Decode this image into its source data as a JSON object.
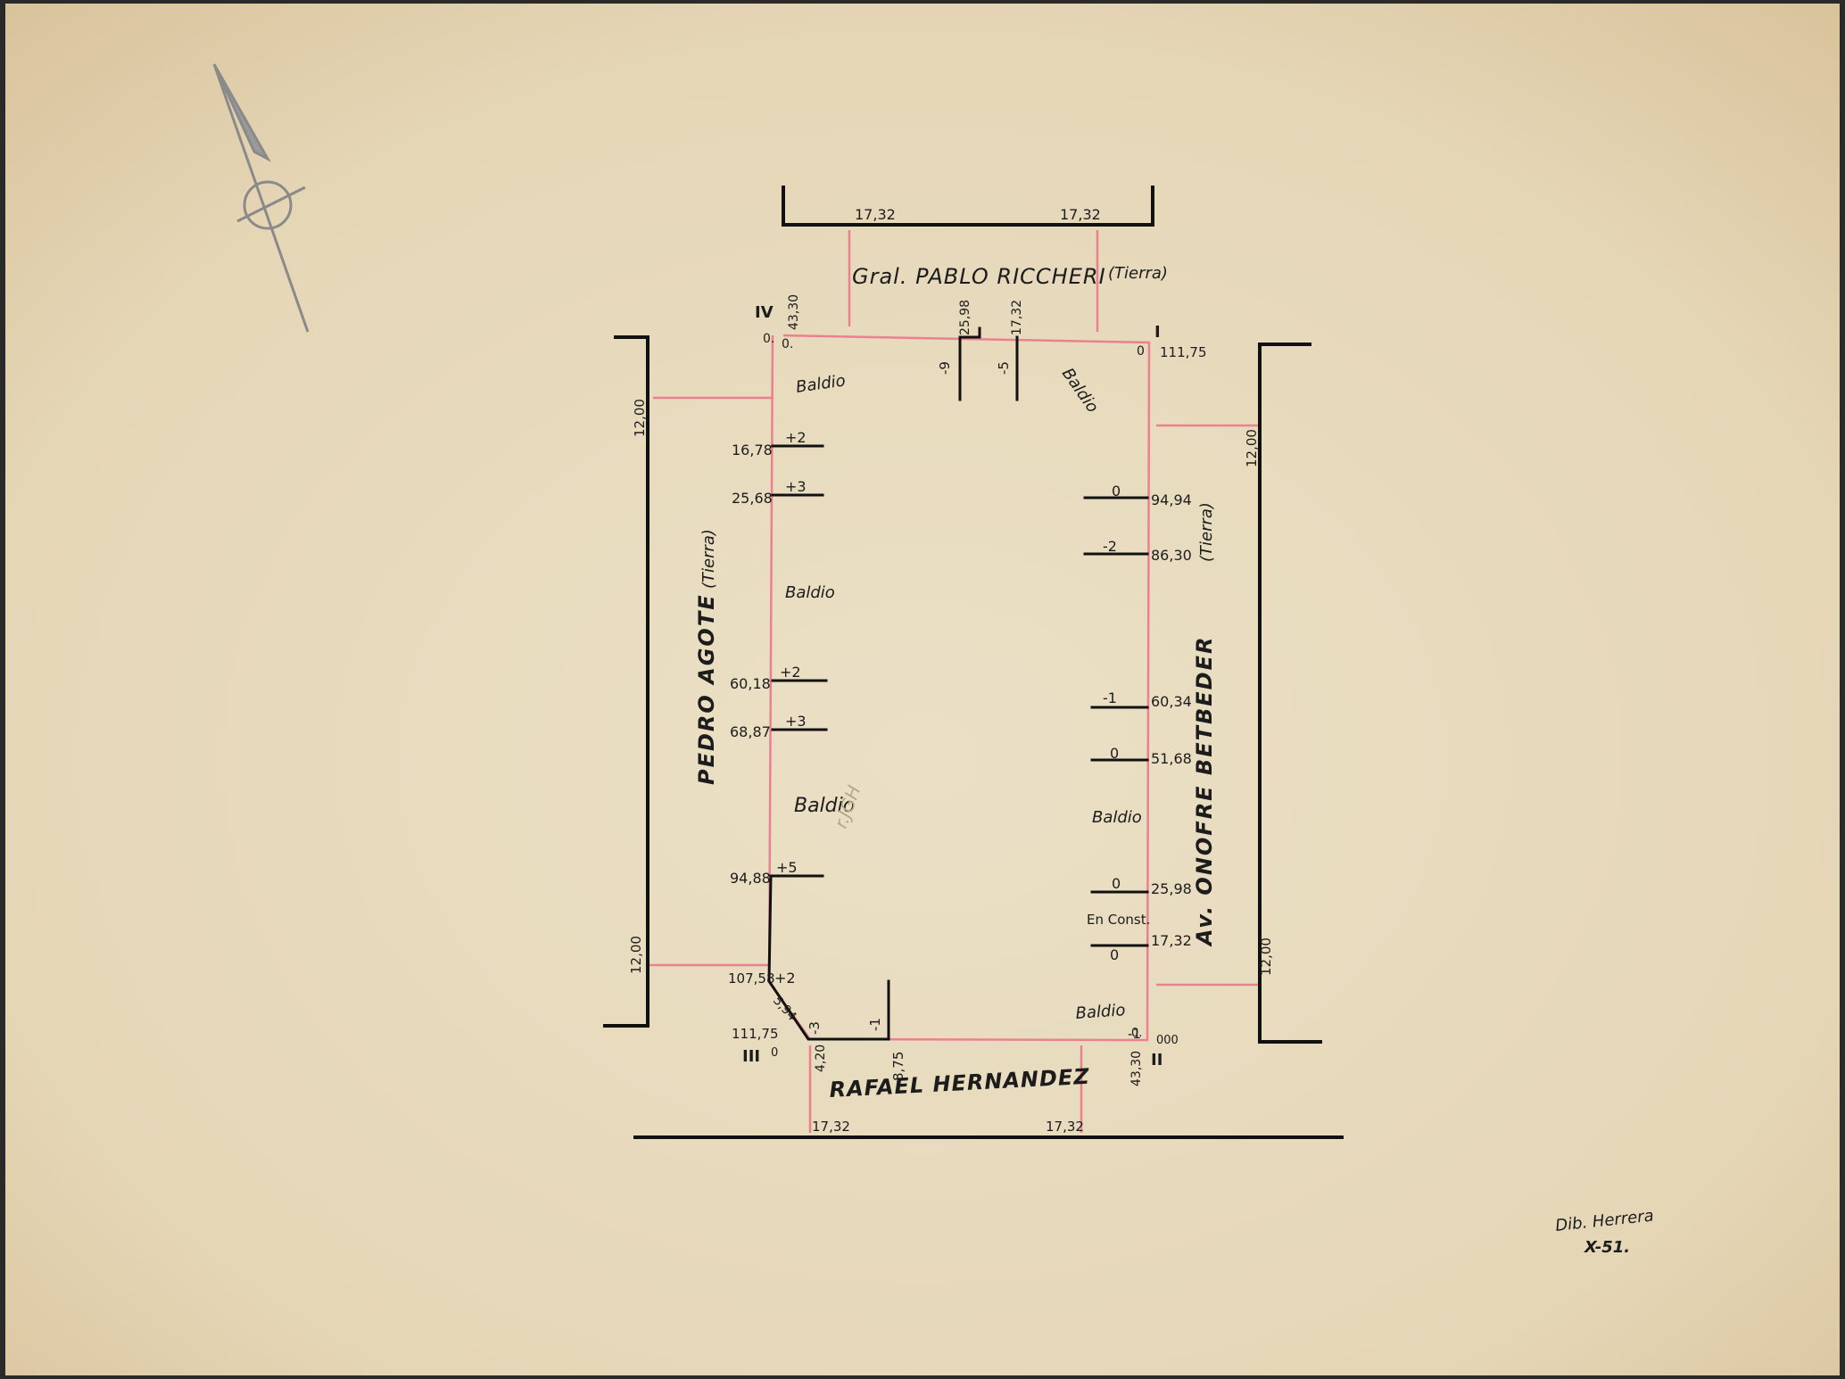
{
  "streets": {
    "top": {
      "name": "Gral. PABLO RICCHERI",
      "surface": "(Tierra)",
      "dim_left": "17,32",
      "dim_right": "17,32"
    },
    "bottom": {
      "name": "RAFAEL HERNANDEZ",
      "dim_left": "17,32",
      "dim_right": "17,32"
    },
    "left": {
      "name": "PEDRO AGOTE",
      "surface": "(Tierra)",
      "dim_top": "12,00",
      "dim_bottom": "12,00"
    },
    "right": {
      "name": "Av. ONOFRE BETBEDER",
      "surface": "(Tierra)",
      "dim_top": "12,00",
      "dim_bottom": "12,00"
    }
  },
  "vertices": [
    {
      "roman": "IV",
      "progressive": "43,30",
      "offset": "0.",
      "zero": "0."
    },
    {
      "roman": "I",
      "progressive": "111,75",
      "zero": "0"
    },
    {
      "roman": "II",
      "progressive": "000",
      "offset": "43,30",
      "zero": "0."
    },
    {
      "roman": "III",
      "progressive": "111,75",
      "zero": "0"
    }
  ],
  "top_side": {
    "marks": [
      {
        "dist": "25,98",
        "level": "-9"
      },
      {
        "dist": "17,32",
        "level": "-5"
      }
    ]
  },
  "left_side": {
    "marks": [
      {
        "dist": "16,78",
        "level": "+2"
      },
      {
        "dist": "25,68",
        "level": "+3"
      },
      {
        "dist": "60,18",
        "level": "+2"
      },
      {
        "dist": "68,87",
        "level": "+3"
      },
      {
        "dist": "94,88",
        "level": "+5"
      },
      {
        "dist": "107,58",
        "level": "+2"
      }
    ],
    "chamfer": "5,94"
  },
  "right_side": {
    "marks": [
      {
        "dist": "94,94",
        "level": "0"
      },
      {
        "dist": "86,30",
        "level": "-2"
      },
      {
        "dist": "60,34",
        "level": "-1"
      },
      {
        "dist": "51,68",
        "level": "0"
      },
      {
        "dist": "25,98",
        "level": "0"
      },
      {
        "dist": "17,32",
        "level": "0"
      }
    ],
    "construction": "En Const."
  },
  "bottom_side": {
    "marks": [
      {
        "dist": "4,20",
        "level": "-3"
      },
      {
        "dist": "8,75",
        "level": "-1"
      },
      {
        "dist": "",
        "level": "-1"
      }
    ]
  },
  "lot_labels": [
    "Baldio",
    "Baldio",
    "Baldio",
    "Baldio",
    "Baldio",
    "Baldio"
  ],
  "stamp": {
    "initials": "r.JGH"
  },
  "signature": {
    "text": "Dib. Herrera",
    "date": "X-51."
  },
  "colors": {
    "paper": "#e8dcc0",
    "ink": "#111111",
    "red_line": "#ea8090"
  }
}
